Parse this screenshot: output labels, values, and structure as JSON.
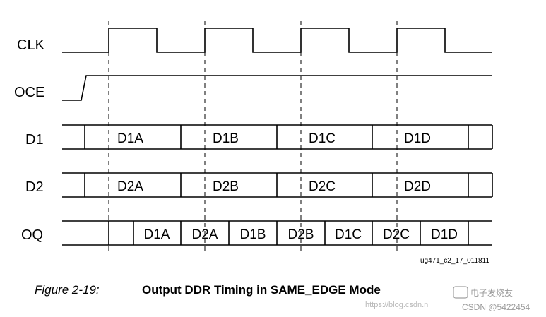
{
  "signals": {
    "clk": "CLK",
    "oce": "OCE",
    "d1": "D1",
    "d2": "D2",
    "oq": "OQ"
  },
  "d1_cells": [
    "D1A",
    "D1B",
    "D1C",
    "D1D"
  ],
  "d2_cells": [
    "D2A",
    "D2B",
    "D2C",
    "D2D"
  ],
  "oq_cells": [
    "D1A",
    "D2A",
    "D1B",
    "D2B",
    "D1C",
    "D2C",
    "D1D"
  ],
  "diagram_id": "ug471_c2_17_011811",
  "caption": {
    "label": "Figure 2-19:",
    "title": "Output DDR Timing in SAME_EDGE Mode"
  },
  "watermark": {
    "blog": "https://blog.csdn.n",
    "site": "电子发烧友",
    "author": "CSDN @5422454"
  }
}
